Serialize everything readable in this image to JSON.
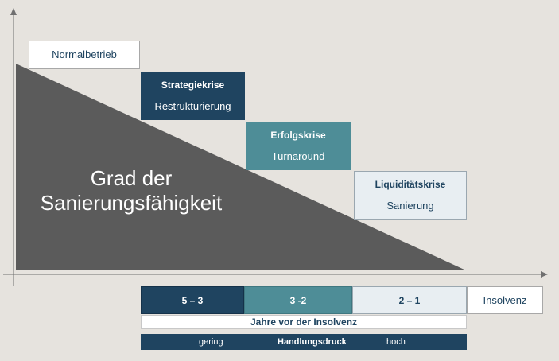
{
  "colors": {
    "background": "#e6e3de",
    "axis": "#707070",
    "triangle": "#5b5b5b",
    "dark_navy": "#1f4460",
    "teal": "#4e8d97",
    "light": "#e8eef2",
    "white": "#ffffff"
  },
  "triangle_label": [
    "Grad der",
    "Sanierungsfähigkeit"
  ],
  "stages": [
    {
      "title": "Normalbetrieb",
      "subtitle": ""
    },
    {
      "title": "Strategiekrise",
      "subtitle": "Restrukturierung"
    },
    {
      "title": "Erfolgskrise",
      "subtitle": "Turnaround"
    },
    {
      "title": "Liquiditätskrise",
      "subtitle": "Sanierung"
    }
  ],
  "years": [
    "5 – 3",
    "3 -2",
    "2 – 1"
  ],
  "insolvency_label": "Insolvenz",
  "years_caption": "Jahre vor der Insolvenz",
  "pressure_bar": {
    "low": "gering",
    "label": "Handlungsdruck",
    "high": "hoch"
  }
}
